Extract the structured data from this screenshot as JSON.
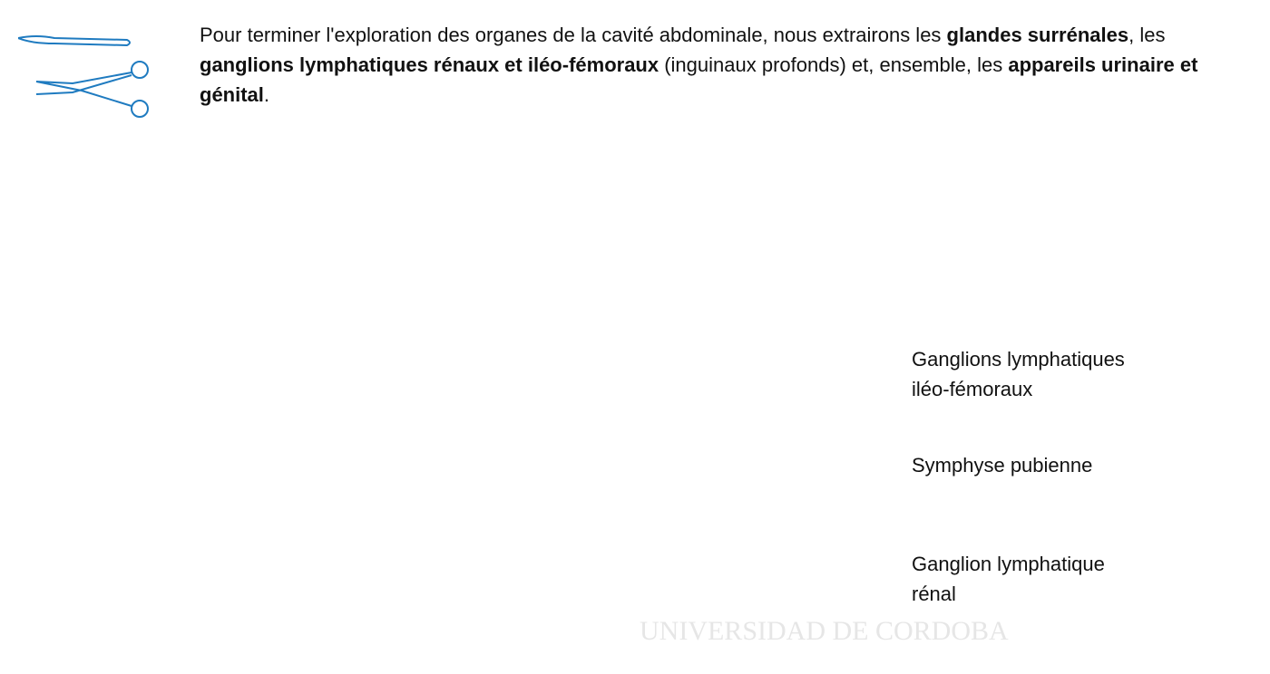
{
  "intro": {
    "segments": [
      {
        "text": "Pour terminer l'exploration des organes de la cavité abdominale, nous extrairons les ",
        "bold": false
      },
      {
        "text": "glandes surrénales",
        "bold": true
      },
      {
        "text": ", les ",
        "bold": false
      },
      {
        "text": "ganglions lymphatiques rénaux et iléo-fémoraux",
        "bold": true
      },
      {
        "text": " (inguinaux profonds) et, ensemble, les ",
        "bold": false
      },
      {
        "text": "appareils urinaire et génital",
        "bold": true
      },
      {
        "text": ".",
        "bold": false
      }
    ]
  },
  "labels": {
    "ileo_femoral_line1": "Ganglions lymphatiques",
    "ileo_femoral_line2": "iléo-fémoraux",
    "symphysis": "Symphyse pubienne",
    "renal_line1": "Ganglion lymphatique",
    "renal_line2": "rénal"
  },
  "watermark": "UNIVERSIDAD DE CORDOBA",
  "colors": {
    "leader": "#2a6fa8",
    "tool": "#1f7bc0",
    "pelvis": "#e59a5e",
    "node": "#f08a3c"
  }
}
